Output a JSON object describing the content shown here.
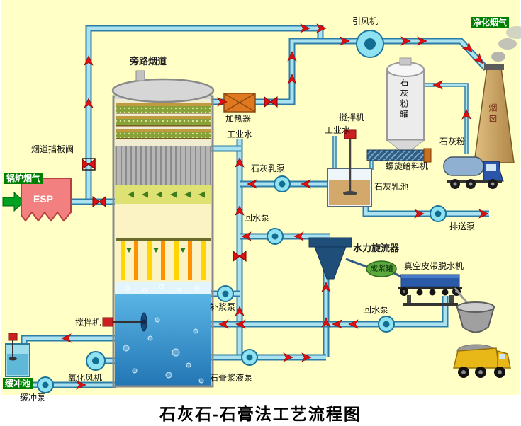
{
  "title": "石灰石-石膏法工艺流程图",
  "badges": {
    "boiler_flue_gas": "锅炉烟气",
    "clean_flue_gas": "净化烟气",
    "buffer_pool": "缓冲池"
  },
  "labels": {
    "esp": "ESP",
    "induced_draft_fan": "引风机",
    "bypass_flue": "旁路烟道",
    "heater": "加热器",
    "industrial_water_top": "工业水",
    "industrial_water_tank": "工业水",
    "agitator_tank": "搅拌机",
    "agitator_absorber": "搅拌机",
    "lime_powder_silo": "石灰粉罐",
    "lime_powder": "石灰粉",
    "flue_damper_valve": "烟道挡板阀",
    "screw_feeder": "螺旋给料机",
    "lime_milk_pump": "石灰乳泵",
    "lime_milk_pool": "石灰乳池",
    "return_water_pump_upper": "回水泵",
    "return_water_pump_lower": "回水泵",
    "discharge_pump": "排送泵",
    "hydrocyclone": "水力旋流器",
    "slurry_tank": "成浆罐",
    "vacuum_belt_dewaterer": "真空皮带脱水机",
    "slurry_makeup_pump": "补浆泵",
    "oxidation_fan": "氧化风机",
    "gypsum_slurry_pump": "石膏浆液泵",
    "buffer_pump": "缓冲泵",
    "chimney": "烟囱"
  },
  "colors": {
    "background": "#FFFFC6",
    "pipe": "#ABE2F0",
    "pipe_border": "#2E7DA6",
    "arrow_red": "#E01010",
    "badge_green": "#008000",
    "esp_pink": "#F28080",
    "absorber_liquid": "#2E86C4",
    "spray_yellow": "#FFD400"
  }
}
